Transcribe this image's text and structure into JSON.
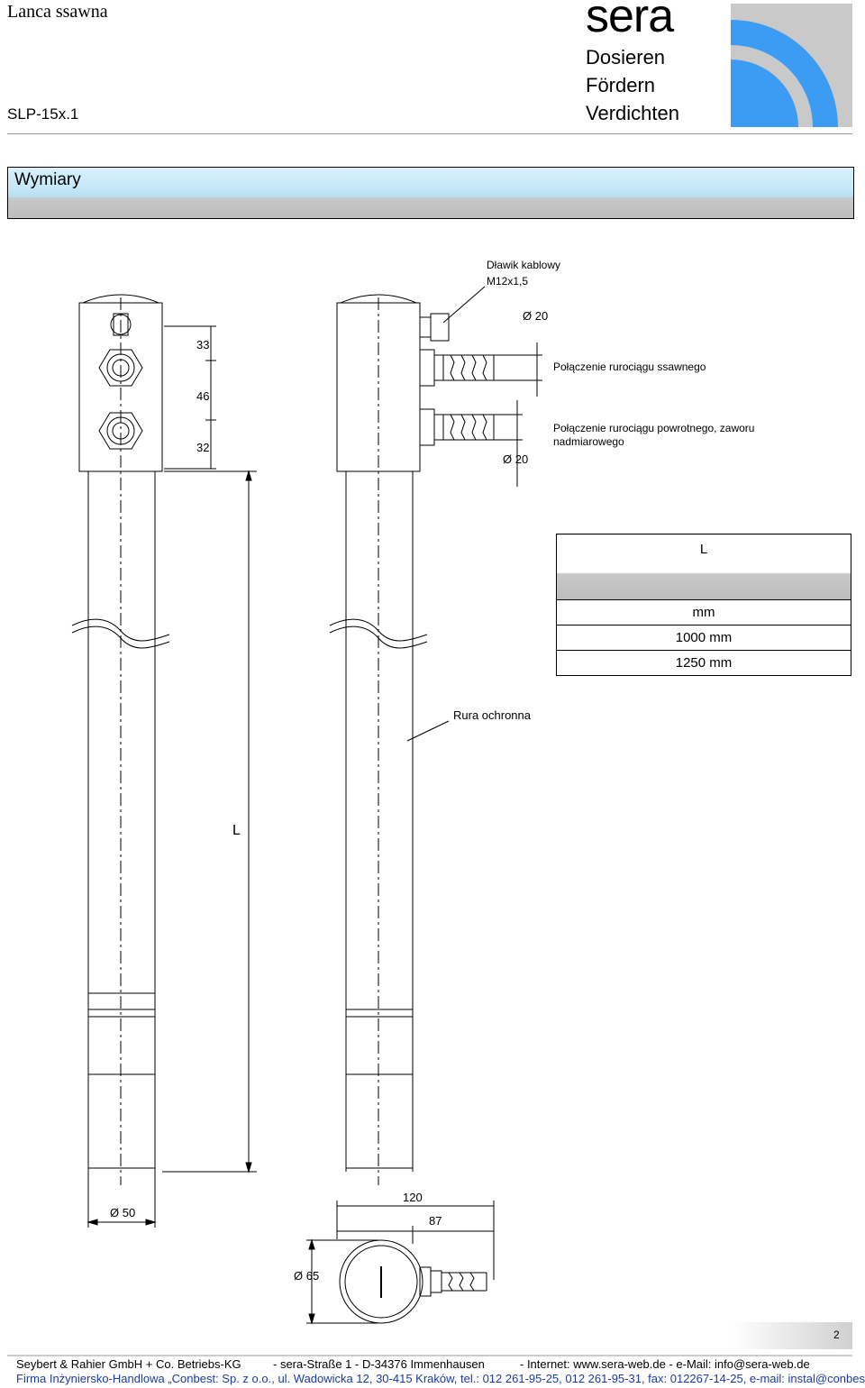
{
  "header": {
    "title": "Lanca ssawna",
    "code": "SLP-15x.1",
    "brand": "sera",
    "tagline": [
      "Dosieren",
      "Fördern",
      "Verdichten"
    ]
  },
  "section": {
    "title": "Wymiary"
  },
  "labels": {
    "cable_gland": "Dławik kablowy",
    "cable_gland_size": "M12x1,5",
    "dia20_top": "Ø 20",
    "dia20_bottom": "Ø 20",
    "suction_conn": "Połączenie rurociągu ssawnego",
    "return_conn_1": "Połączenie rurociągu powrotnego, zaworu",
    "return_conn_2": "nadmiarowego",
    "dim_33": "33",
    "dim_46": "46",
    "dim_32": "32",
    "protective_tube": "Rura ochronna",
    "length_L": "L",
    "dia50": "Ø 50",
    "dia65": "Ø 65",
    "dim_120": "120",
    "dim_87": "87"
  },
  "table": {
    "header": "L",
    "unit": "mm",
    "rows": [
      "1000 mm",
      "1250 mm"
    ]
  },
  "page_number": "2",
  "footer": {
    "line1_company": "Seybert & Rahier GmbH + Co. Betriebs-KG",
    "line1_address": "- sera-Straße 1 - D-34376 Immenhausen",
    "line1_contact": "- Internet: www.sera-web.de - e-Mail: info@sera-web.de",
    "line2": "Firma Inżyniersko-Handlowa „Conbest: Sp. z o.o., ul. Wadowicka 12, 30-415 Kraków, tel.: 012 261-95-25, 012 261-95-31, fax: 012267-14-25, e-mail: instal@conbest.pl"
  },
  "colors": {
    "logo_blue": "#3c9bf2",
    "logo_gray": "#c9c9c9",
    "bar_blue": "#c6e8f8",
    "footer_blue": "#1a3aa8"
  }
}
